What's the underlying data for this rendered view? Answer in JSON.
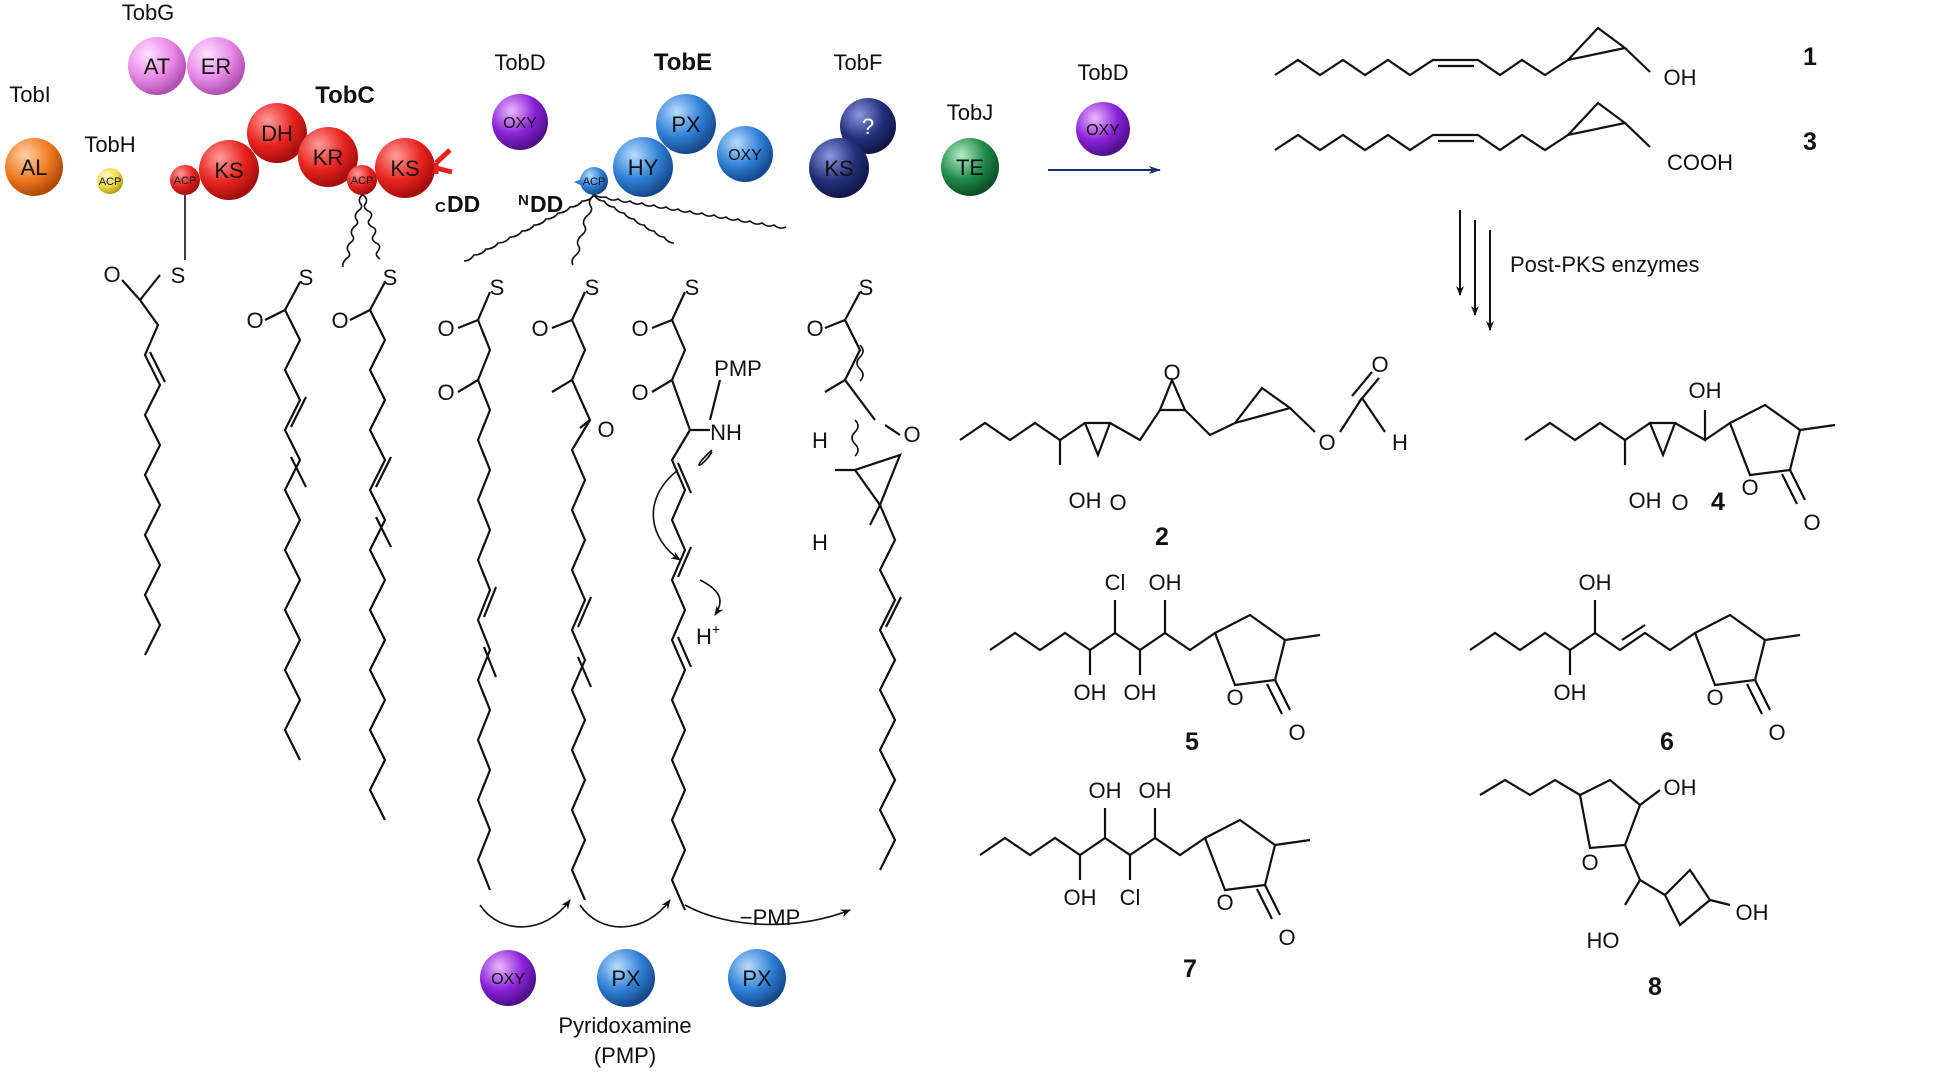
{
  "enzymes": {
    "tobg": "TobG",
    "tobi": "TobI",
    "tobh": "TobH",
    "tobc": "TobC",
    "tobd_top": "TobD",
    "tobe": "TobE",
    "tobf": "TobF",
    "tobj": "TobJ",
    "tobd_arrow": "TobD"
  },
  "domains": {
    "at": "AT",
    "er": "ER",
    "al": "AL",
    "acp": "ACP",
    "ks": "KS",
    "dh": "DH",
    "kr": "KR",
    "oxy": "OXY",
    "px": "PX",
    "hy": "HY",
    "unknown": "?",
    "te": "TE",
    "cdd_sup": "C",
    "ndd_sup": "N",
    "dd": "DD"
  },
  "chem_labels": {
    "s": "S",
    "o": "O",
    "oh": "OH",
    "ho": "HO",
    "h": "H",
    "hplus": "H",
    "plus": "+",
    "cl": "Cl",
    "cooh": "COOH",
    "pmp": "PMP",
    "nh": "NH",
    "minus_pmp": "−PMP"
  },
  "captions": {
    "post_pks": "Post-PKS enzymes",
    "pyridoxamine": "Pyridoxamine",
    "pmp_paren": "(PMP)"
  },
  "compounds": [
    "1",
    "3",
    "2",
    "4",
    "5",
    "6",
    "7",
    "8"
  ],
  "colors": {
    "red": "#e8231f",
    "blue": "#2f7fd6",
    "navy": "#23307a",
    "purple": "#8a22d8",
    "pink": "#e889e8",
    "orange": "#f07a22",
    "yellow": "#f0dc4a",
    "green": "#1f8a4a"
  }
}
